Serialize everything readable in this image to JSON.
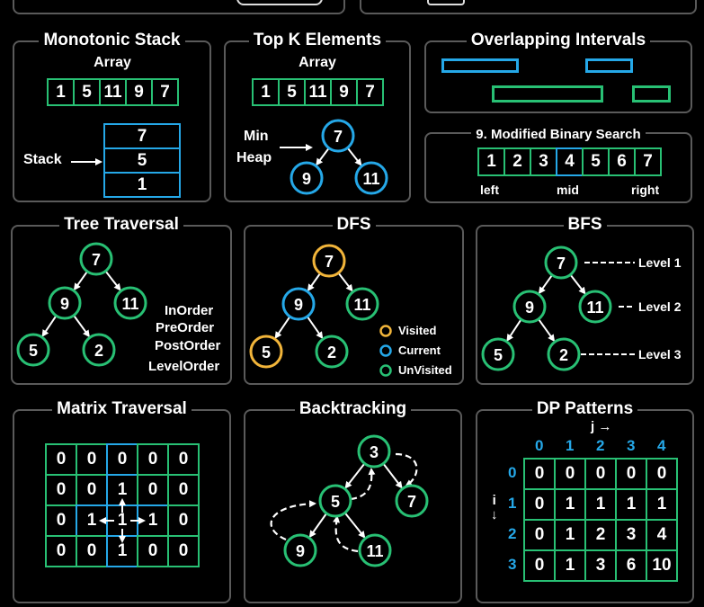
{
  "colors": {
    "green": "#28c074",
    "blue": "#25a8e8",
    "yellow": "#f2b53a",
    "panel_border": "#5a5a5a",
    "background": "#000000"
  },
  "monotonic": {
    "title": "Monotonic Stack",
    "array_label": "Array",
    "array": [
      "1",
      "5",
      "11",
      "9",
      "7"
    ],
    "stack_label": "Stack",
    "stack": [
      "7",
      "5",
      "1"
    ]
  },
  "topk": {
    "title": "Top K Elements",
    "array_label": "Array",
    "array": [
      "1",
      "5",
      "11",
      "9",
      "7"
    ],
    "heap_label_1": "Min",
    "heap_label_2": "Heap",
    "heap": {
      "root": "7",
      "left": "9",
      "right": "11"
    }
  },
  "overlap": {
    "title": "Overlapping Intervals"
  },
  "binsearch": {
    "title": "9. Modified Binary Search",
    "array": [
      "1",
      "2",
      "3",
      "4",
      "5",
      "6",
      "7"
    ],
    "left_label": "left",
    "mid_label": "mid",
    "right_label": "right"
  },
  "tree": {
    "title": "Tree Traversal",
    "nodes": {
      "root": "7",
      "n9": "9",
      "n11": "11",
      "n5": "5",
      "n2": "2"
    },
    "orders": [
      "InOrder",
      "PreOrder",
      "PostOrder",
      "LevelOrder"
    ]
  },
  "dfs": {
    "title": "DFS",
    "nodes": {
      "root": "7",
      "n9": "9",
      "n11": "11",
      "n5": "5",
      "n2": "2"
    },
    "legend": [
      "Visited",
      "Current",
      "UnVisited"
    ]
  },
  "bfs": {
    "title": "BFS",
    "nodes": {
      "root": "7",
      "n9": "9",
      "n11": "11",
      "n5": "5",
      "n2": "2"
    },
    "levels": [
      "Level 1",
      "Level 2",
      "Level 3"
    ]
  },
  "matrix": {
    "title": "Matrix Traversal",
    "grid": [
      [
        "0",
        "0",
        "0",
        "0",
        "0"
      ],
      [
        "0",
        "0",
        "1",
        "0",
        "0"
      ],
      [
        "0",
        "1",
        "1",
        "1",
        "0"
      ],
      [
        "0",
        "0",
        "1",
        "0",
        "0"
      ]
    ]
  },
  "backtracking": {
    "title": "Backtracking",
    "nodes": {
      "root": "3",
      "n5": "5",
      "n7": "7",
      "n9": "9",
      "n11": "11"
    }
  },
  "dp": {
    "title": "DP Patterns",
    "j_label": "j",
    "i_label": "i",
    "col_idx": [
      "0",
      "1",
      "2",
      "3",
      "4"
    ],
    "row_idx": [
      "0",
      "1",
      "2",
      "3"
    ],
    "grid": [
      [
        "0",
        "0",
        "0",
        "0",
        "0"
      ],
      [
        "0",
        "1",
        "1",
        "1",
        "1"
      ],
      [
        "0",
        "1",
        "2",
        "3",
        "4"
      ],
      [
        "0",
        "1",
        "3",
        "6",
        "10"
      ]
    ]
  }
}
